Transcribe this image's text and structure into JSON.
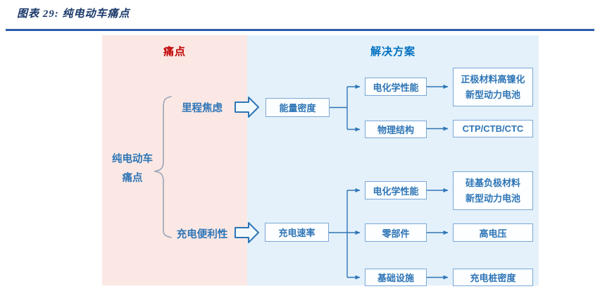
{
  "figure": {
    "title": "图表 29: 纯电动车痛点"
  },
  "diagram": {
    "headers": {
      "pain": "痛点",
      "solution": "解决方案"
    },
    "root": {
      "line1": "纯电动车",
      "line2": "痛点"
    },
    "pain_points": {
      "range_anxiety": "里程焦虑",
      "charging_convenience": "充电便利性"
    },
    "nodes": {
      "energy_density": "能量密度",
      "charge_rate": "充电速率",
      "electrochemical_1": "电化学性能",
      "physical_structure": "物理结构",
      "cathode_line1": "正极材料高镍化",
      "cathode_line2": "新型动力电池",
      "ctp": "CTP/CTB/CTC",
      "electrochemical_2": "电化学性能",
      "anode_line1": "硅基负极材料",
      "anode_line2": "新型动力电池",
      "components": "零部件",
      "high_voltage": "高电压",
      "infrastructure": "基础设施",
      "charging_pile_density": "充电桩密度"
    },
    "colors": {
      "title_navy": "#1B3A6B",
      "rule_blue": "#2A5CAA",
      "pain_red": "#C00000",
      "solution_blue": "#0070C0",
      "node_text_blue": "#2E75B6",
      "pain_panel_bg": "#FBE8E4",
      "solution_panel_bg": "#E4F1FA",
      "box_border": "#7BA7D7",
      "box_fill": "#FCFEFF",
      "connector_blue": "#2E75B6",
      "brace_gray": "#9AA5B8"
    }
  }
}
